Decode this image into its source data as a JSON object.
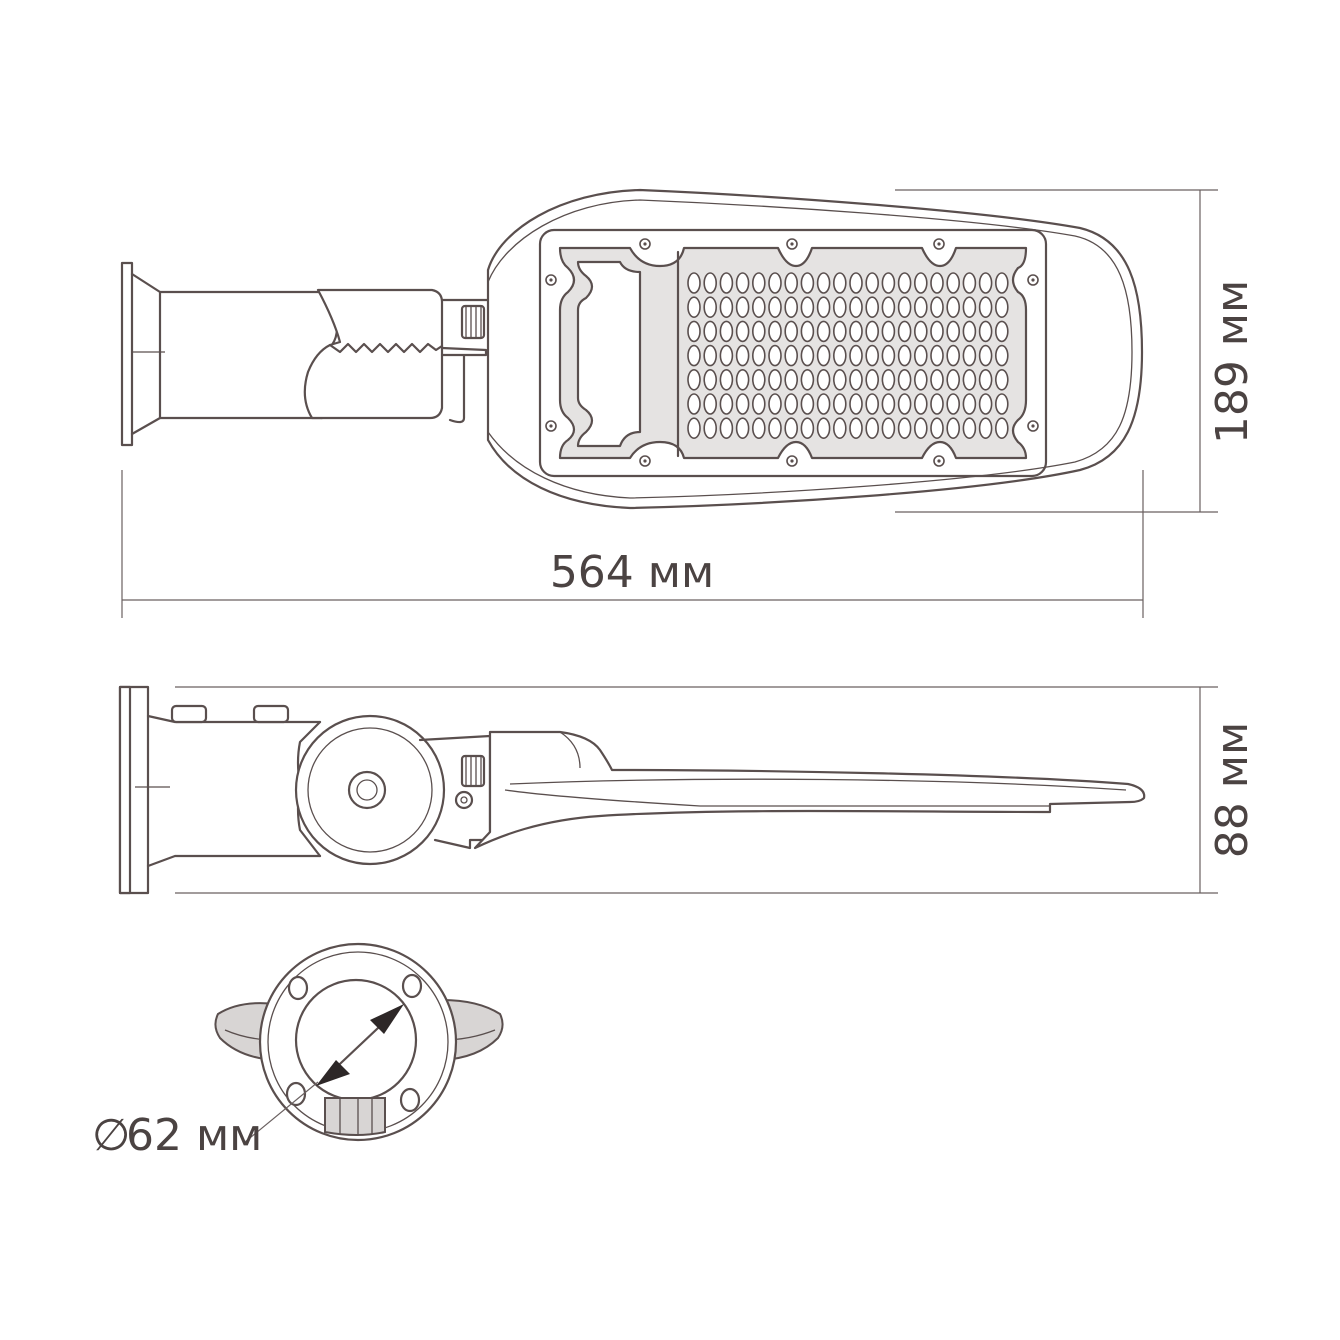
{
  "dimensions": {
    "width": "564 мм",
    "height_top": "189 мм",
    "height_side": "88 мм",
    "diameter": "62 мм",
    "diameter_symbol": "∅"
  },
  "colors": {
    "line": "#5a4f4e",
    "panel_fill": "#e5e3e2",
    "background": "#ffffff"
  }
}
